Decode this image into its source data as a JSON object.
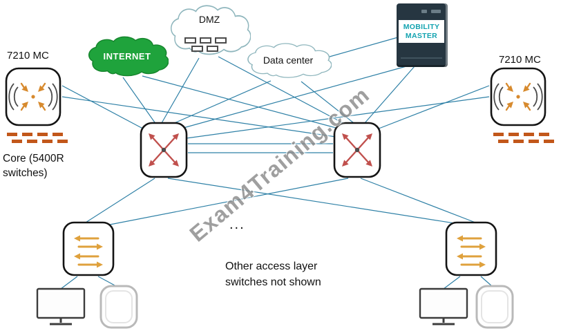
{
  "diagram": {
    "watermark": "Exam4Training.com",
    "labels": {
      "controller_left": "7210 MC",
      "controller_right": "7210 MC",
      "core_caption": "Core (5400R switches)",
      "internet": "INTERNET",
      "dmz": "DMZ",
      "datacenter": "Data center",
      "mobility_master": "MOBILITY MASTER",
      "ellipsis": "...",
      "access_note_line1": "Other access layer",
      "access_note_line2": "switches not shown"
    },
    "colors": {
      "edge": "#2e80a6",
      "cloud-stroke": "#8fb6bd",
      "internet-fill": "#1fa33c",
      "internet-stroke": "#15842c",
      "server-body": "#263641",
      "server-accent": "#13a3b0",
      "core-arrow": "#c0504d",
      "access-arrow": "#dfa13c",
      "controller-arrow": "#d78a2e",
      "dash": "#c2571a",
      "watermark": "#8a8a8a"
    },
    "edges": [
      [
        90,
        124,
        218,
        192
      ],
      [
        90,
        140,
        486,
        198
      ],
      [
        708,
        124,
        538,
        190
      ],
      [
        708,
        140,
        270,
        200
      ],
      [
        178,
        112,
        226,
        180
      ],
      [
        206,
        110,
        490,
        186
      ],
      [
        288,
        84,
        234,
        178
      ],
      [
        316,
        82,
        500,
        180
      ],
      [
        392,
        117,
        248,
        180
      ],
      [
        436,
        118,
        512,
        178
      ],
      [
        470,
        84,
        576,
        54
      ],
      [
        588,
        96,
        262,
        186
      ],
      [
        600,
        96,
        528,
        178
      ],
      [
        272,
        208,
        482,
        208
      ],
      [
        272,
        221,
        482,
        221
      ],
      [
        224,
        258,
        124,
        322
      ],
      [
        243,
        258,
        664,
        324
      ],
      [
        504,
        258,
        154,
        326
      ],
      [
        522,
        258,
        688,
        322
      ],
      [
        112,
        400,
        88,
        418
      ],
      [
        142,
        400,
        168,
        414
      ],
      [
        666,
        400,
        642,
        418
      ],
      [
        696,
        400,
        712,
        414
      ]
    ]
  }
}
